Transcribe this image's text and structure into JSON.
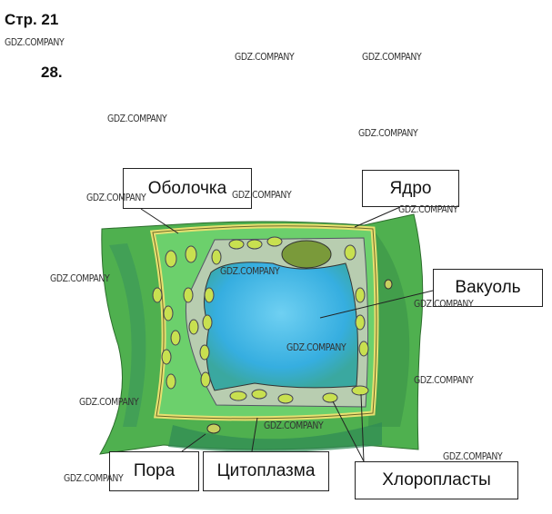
{
  "page_label": "Стр. 21",
  "task_number": "28.",
  "watermark": "GDZ.COMPANY",
  "labels": {
    "wall": "Оболочка",
    "nucleus": "Ядро",
    "vacuole": "Вакуоль",
    "pore": "Пора",
    "cytoplasm": "Цитоплазма",
    "chloroplasts": "Хлоропласты"
  },
  "colors": {
    "cell_green": "#5cc35c",
    "wall_yellow": "#e8e070",
    "vacuole_blue": "#3fb4e0"
  }
}
